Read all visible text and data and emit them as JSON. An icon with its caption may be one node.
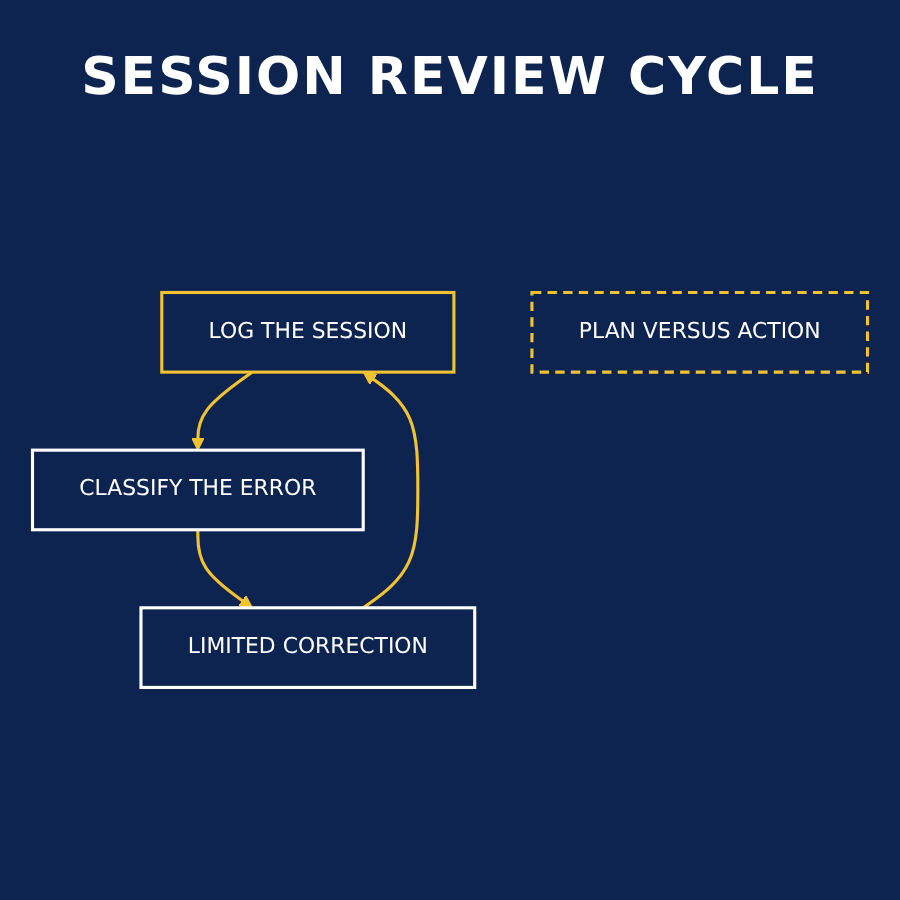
{
  "diagram": {
    "title": "SESSION REVIEW CYCLE",
    "nodes": [
      {
        "text": [
          "LOG THE SESSION"
        ]
      },
      {
        "text": [
          "CLASSIFY THE ERROR"
        ]
      },
      {
        "text": [
          "LIMITED CORRECTION"
        ]
      },
      {
        "text": [
          "PLAN VERSUS ACTION"
        ]
      }
    ],
    "edges": [
      {
        "from": 0,
        "to": 1,
        "arrow": "to"
      },
      {
        "from": 1,
        "to": 2,
        "arrow": "to"
      },
      {
        "from": 2,
        "to": 0,
        "arrow": "to"
      }
    ]
  }
}
